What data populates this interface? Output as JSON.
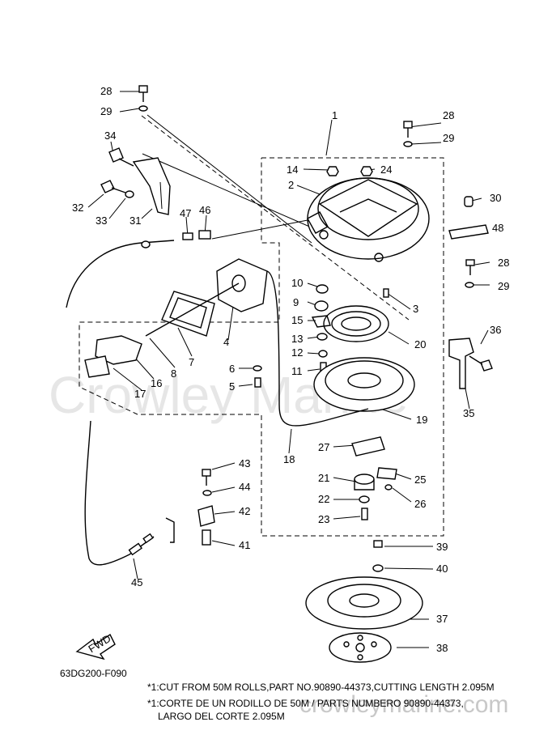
{
  "diagram_code": "63DG200-F090",
  "notes": [
    "*1:CUT FROM 50M ROLLS,PART NO.90890-44373,CUTTING LENGTH 2.095M",
    "*1:CORTE DE UN RODILLO DE 50M / PARTS NUMBERO 90890-44373,",
    "LARGO DEL CORTE 2.095M"
  ],
  "fwd_label": "FWD",
  "watermark": "Crowley Marine",
  "watermark_url": "crowleymarine.com",
  "callouts": {
    "c1": "1",
    "c2": "2",
    "c3": "3",
    "c4": "4",
    "c5": "5",
    "c6": "6",
    "c7": "7",
    "c8": "8",
    "c9": "9",
    "c10": "10",
    "c11": "11",
    "c12": "12",
    "c13": "13",
    "c14": "14",
    "c15": "15",
    "c16": "16",
    "c17": "17",
    "c18": "18",
    "c19": "19",
    "c20": "20",
    "c21": "21",
    "c22": "22",
    "c23": "23",
    "c24": "24",
    "c25": "25",
    "c26": "26",
    "c27": "27",
    "c28a": "28",
    "c28b": "28",
    "c28c": "28",
    "c29a": "29",
    "c29b": "29",
    "c29c": "29",
    "c30": "30",
    "c31": "31",
    "c32": "32",
    "c33": "33",
    "c34": "34",
    "c35": "35",
    "c36": "36",
    "c37": "37",
    "c38": "38",
    "c39": "39",
    "c40": "40",
    "c41": "41",
    "c42": "42",
    "c43": "43",
    "c44": "44",
    "c45": "45",
    "c46": "46",
    "c47": "47",
    "c48": "48"
  }
}
